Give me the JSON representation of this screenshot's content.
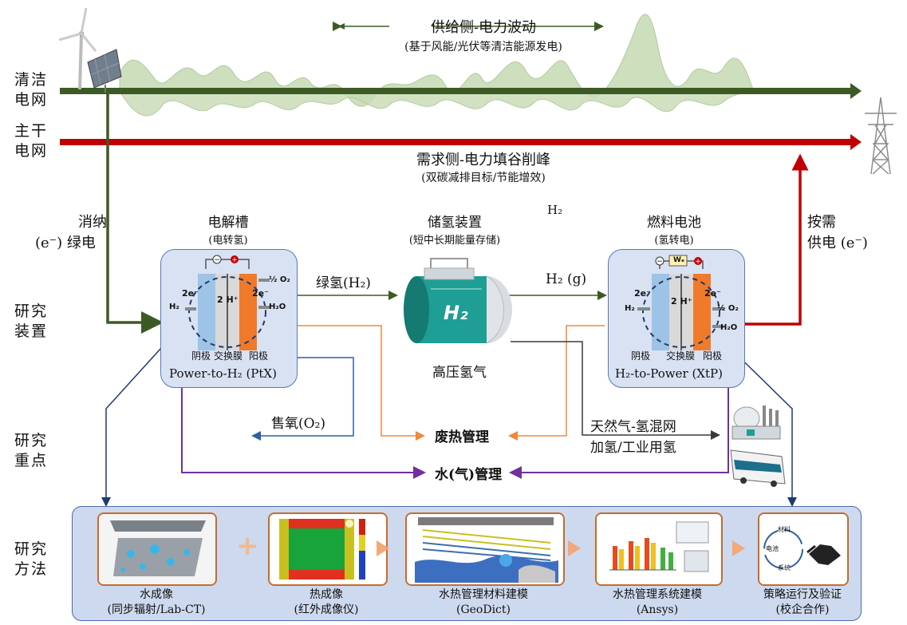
{
  "rows": {
    "clean_grid": [
      "清洁",
      "电网"
    ],
    "main_grid": [
      "主干",
      "电网"
    ],
    "device": [
      "研究",
      "装置"
    ],
    "focus": [
      "研究",
      "重点"
    ],
    "method": [
      "研究",
      "方法"
    ]
  },
  "supply": {
    "title": "供给侧-电力波动",
    "subtitle": "(基于风能/光伏等清洁能源发电)"
  },
  "demand": {
    "title": "需求侧-电力填谷削峰",
    "subtitle": "(双碳减排目标/节能增效)"
  },
  "consume": {
    "line1": "消纳",
    "line2": "(e⁻) 绿电"
  },
  "ondemand": {
    "line1": "按需",
    "line2": "供电 (e⁻)"
  },
  "electrolyzer": {
    "title": "电解槽",
    "subtitle": "(电转氢)",
    "caption": "Power-to-H₂ (PtX)",
    "anode": "阳极",
    "membrane": "交换膜",
    "cathode": "阴极",
    "labels": {
      "e_left": "2e⁻",
      "e_right": "2e⁻",
      "h": "2 H⁺",
      "h2": "H₂",
      "o2": "½ O₂",
      "h2o": "H₂O"
    }
  },
  "storage": {
    "title": "储氢装置",
    "subtitle": "(短中长期能量存储)",
    "caption": "高压氢气",
    "tank_label": "H₂",
    "top_label": "H₂"
  },
  "fuelcell": {
    "title": "燃料电池",
    "subtitle": "(氢转电)",
    "caption": "H₂-to-Power (XtP)",
    "anode": "阳极",
    "membrane": "交换膜",
    "cathode": "阴极",
    "labels": {
      "e_left": "2e⁻",
      "e_right": "2e⁻",
      "h": "2 H⁺",
      "h2": "H₂",
      "o2": "½ O₂",
      "h2o": "H₂O",
      "we": "Wₑ"
    }
  },
  "flows": {
    "green_h2": "绿氢(H₂)",
    "h2_gas": "H₂ (g)",
    "sell_o2": "售氧(O₂)",
    "waste_heat": "废热管理",
    "water": "水(气)管理",
    "gas_grid": "天然气-氢混网",
    "industry": "加氢/工业用氢"
  },
  "methods": [
    {
      "title": "水成像",
      "sub": "(同步辐射/Lab-CT)"
    },
    {
      "title": "热成像",
      "sub": "(红外成像仪)"
    },
    {
      "title": "水热管理材料建模",
      "sub": "(GeoDict)"
    },
    {
      "title": "水热管理系统建模",
      "sub": "(Ansys)"
    },
    {
      "title": "策略运行及验证",
      "sub": "(校企合作)"
    }
  ],
  "strategy_icon": {
    "a": "材料",
    "b": "电池",
    "c": "系统"
  },
  "colors": {
    "green_line": "#3d5a24",
    "red_line": "#c00000",
    "blue_cell": "#9dc3e6",
    "orange_cell": "#f07a2a",
    "orange_flow": "#f0883a",
    "purple_flow": "#7030a0",
    "blue_flow": "#2e5fa8",
    "navy": "#1f3a6e",
    "tank": "#1e9e94"
  }
}
